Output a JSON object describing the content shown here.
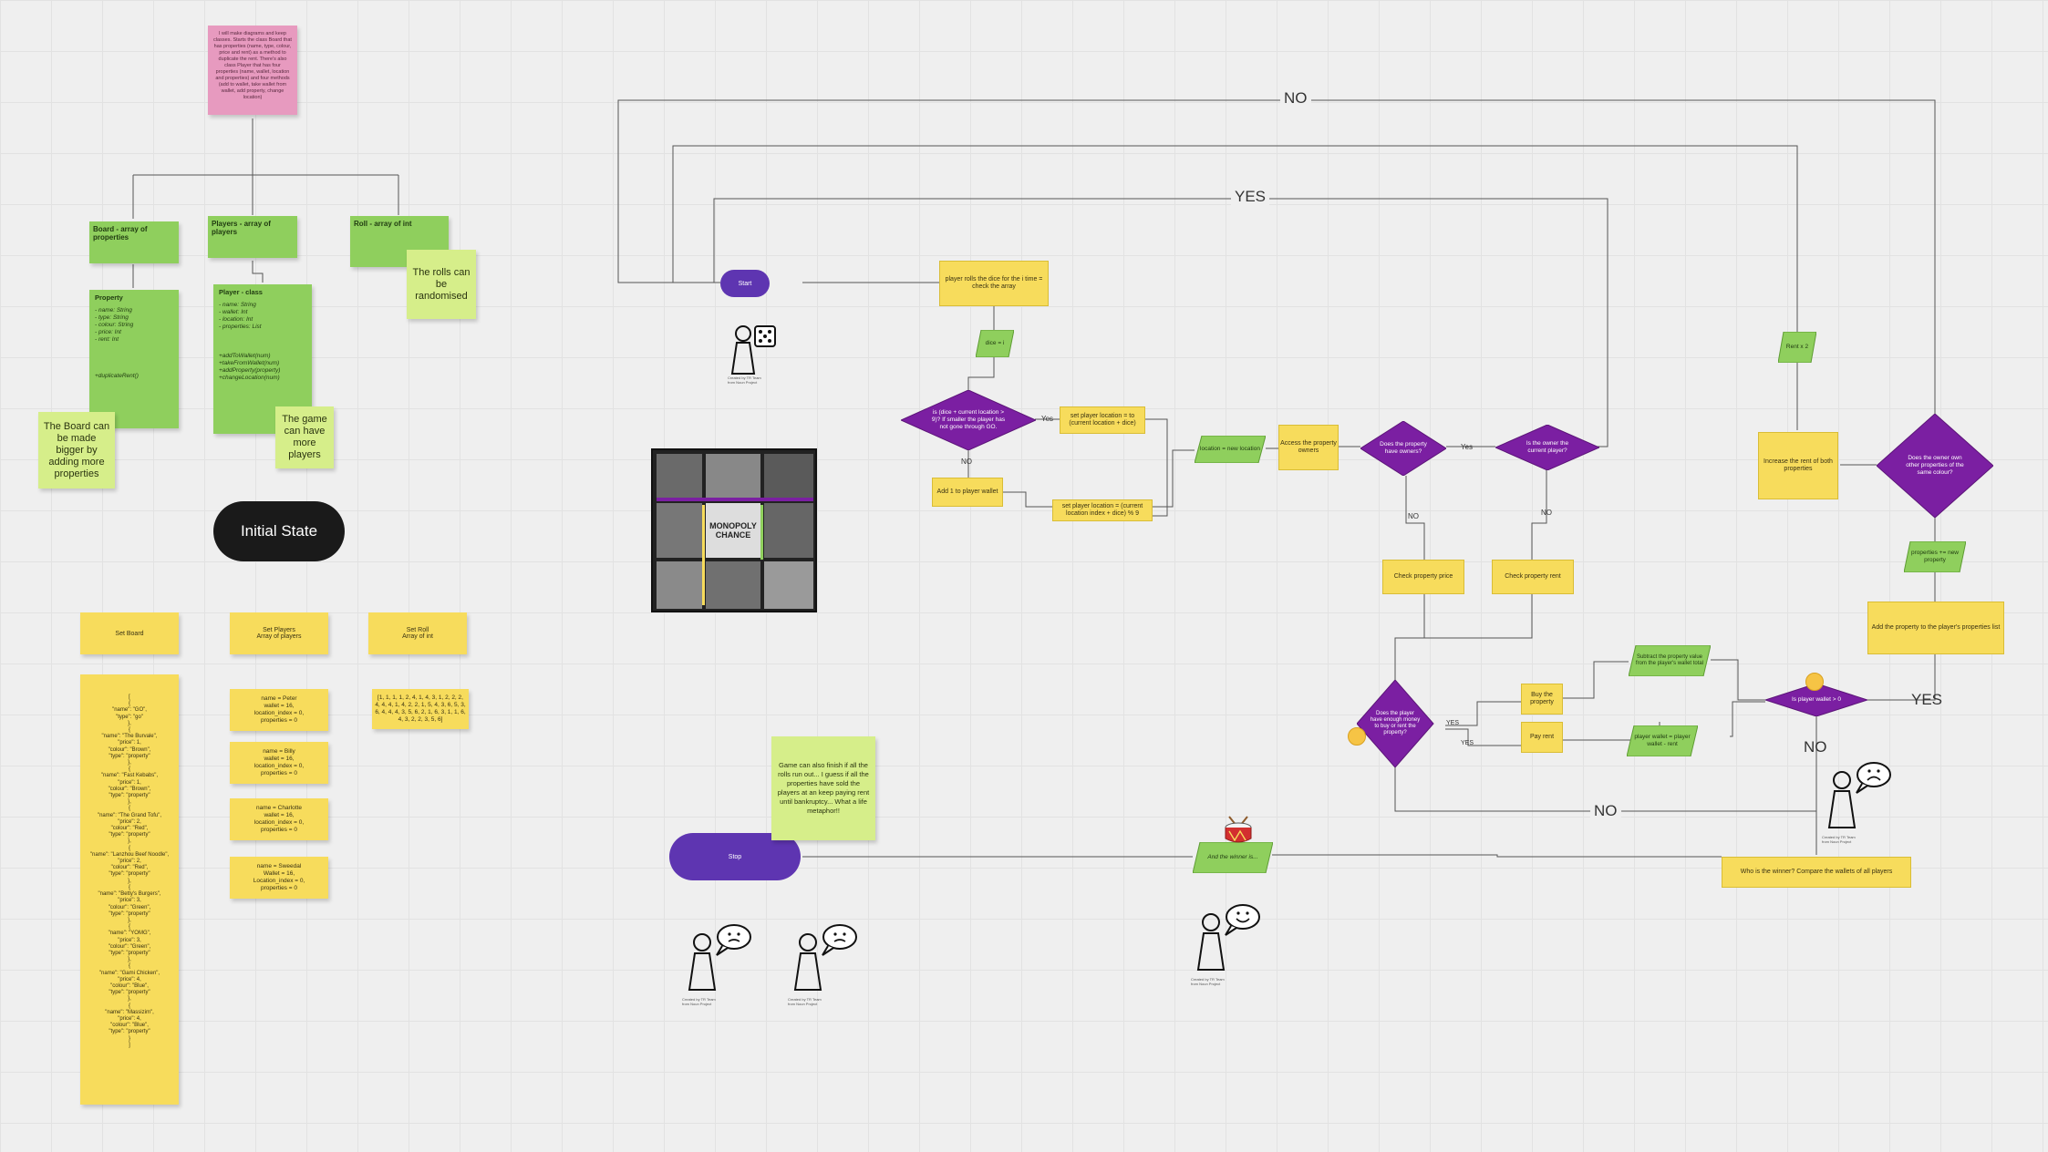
{
  "left": {
    "pink_note": "I will make diagrams and keep classes. Starts the class Board that has properties (name, type, colour, price and rent) as a method to duplicate the rent. There's also class Player that has four properties (name, wallet, location and properties) and four methods (add to wallet, take wallet from wallet, add property, change location)",
    "board_box": "Board - array of properties",
    "players_box": "Players - array of players",
    "roll_box": "Roll - array of int",
    "property_title": "Property",
    "property_fields": "- name: String\n- type: String\n- colour: String\n- price: Int\n- rent: Int\n\n\n\n\n+duplicateRent()",
    "player_title": "Player - class",
    "player_fields": "- name: String\n- wallet: Int\n- location: Int\n- properties: List\n\n\n\n+addToWallet(num)\n+takeFromWallet(num)\n+addProperty(property)\n+changeLocation(num)",
    "note_rolls": "The rolls can be randomised",
    "note_board": "The Board can be made bigger by adding more properties",
    "note_game": "The game can have more players",
    "initial_state": "Initial State",
    "set_board": "Set Board",
    "set_players": "Set Players\nArray of players",
    "set_roll": "Set Roll\nArray of int",
    "board_list": "[\n{\n\"name\": \"GO\",\n\"type\": \"go\"\n},\n{\n\"name\": \"The Burvale\",\n\"price\": 1,\n\"colour\": \"Brown\",\n\"type\": \"property\"\n},\n{\n\"name\": \"Fast Kebabs\",\n\"price\": 1,\n\"colour\": \"Brown\",\n\"type\": \"property\"\n},\n{\n\"name\": \"The Grand Tofu\",\n\"price\": 2,\n\"colour\": \"Red\",\n\"type\": \"property\"\n},\n{\n\"name\": \"Lanzhou Beef Noodle\",\n\"price\": 2,\n\"colour\": \"Red\",\n\"type\": \"property\"\n},\n{\n\"name\": \"Betty's Burgers\",\n\"price\": 3,\n\"colour\": \"Green\",\n\"type\": \"property\"\n},\n{\n\"name\": \"YOMG\",\n\"price\": 3,\n\"colour\": \"Green\",\n\"type\": \"property\"\n},\n{\n\"name\": \"Gami Chicken\",\n\"price\": 4,\n\"colour\": \"Blue\",\n\"type\": \"property\"\n},\n{\n\"name\": \"Massizim\",\n\"price\": 4,\n\"colour\": \"Blue\",\n\"type\": \"property\"\n}\n]",
    "players": [
      "name = Peter\nwallet = 16,\nlocation_index = 0,\nproperties = 0",
      "name = Billy\nwallet = 16,\nlocation_index = 0,\nproperties = 0",
      "name = Charlotte\nwallet = 16,\nlocation_index = 0,\nproperties = 0",
      "name = Sweedal\nWallet = 16,\nLocation_index = 0,\nproperties = 0"
    ],
    "rolls": "[1, 1, 1, 1, 2, 4, 1, 4, 3, 1, 2, 2, 2, 4, 4, 4, 1, 4, 2, 2, 1, 5, 4, 3, 6, 5, 3, 6, 4, 4, 4, 3, 5, 6, 2, 1, 6, 3, 1, 1, 6, 4, 3, 2, 2, 3, 5, 6]"
  },
  "flow": {
    "start": "Start",
    "stop": "Stop",
    "roll_dice": "player rolls the dice for the i time = check the array",
    "dice_i": "dice = i",
    "decision_go": "is (dice + current location > 9)? If smaller the player has not gone through GO.",
    "yes": "Yes",
    "no": "NO",
    "set_location_plus": "set player location = to (current location + dice)",
    "add_wallet": "Add 1 to player wallet",
    "set_location_mod": "set player location = (current location index + dice) % 9",
    "location_new": "location = new location",
    "access_owners": "Access the property owners",
    "decision_owned": "Does the property have owners?",
    "decision_current": "Is the owner the current player?",
    "check_price": "Check property price",
    "check_rent": "Check property rent",
    "decision_money": "Does the player have enough money to buy or rent the property?",
    "yes_caps": "YES",
    "buy": "Buy the property",
    "pay_rent": "Pay rent",
    "subtract_price": "Subtract the property value from the player's wallet total",
    "wallet_minus": "player wallet = player wallet - rent",
    "decision_wallet": "Is player wallet > 0",
    "add_property": "Add the property to the player's properties list",
    "properties_new": "properties += new property",
    "decision_colour": "Does the owner own other properties of the same colour?",
    "increase_rent": "Increase the rent of both properties",
    "rent_x2": "Rent x 2",
    "winner": "Who is the winner? Compare the wallets of all players",
    "and_winner": "And the winner is...",
    "game_end_note": "Game can also finish if all the rolls run out... I guess if all the properties have sold the players at an keep paying rent until bankruptcy... What a life metaphor!!",
    "loop_no": "NO",
    "loop_yes": "YES",
    "created_by": "Created by TR Team\nfrom Noun Project",
    "monopoly_text": "MONOPOLY CHANCE"
  },
  "colors": {
    "purple": "#7b1fa2",
    "start_purple": "#5e35b1",
    "yellow": "#f7dc5c",
    "green": "#8fcf5d",
    "pink": "#e79abf",
    "background": "#efefef"
  }
}
